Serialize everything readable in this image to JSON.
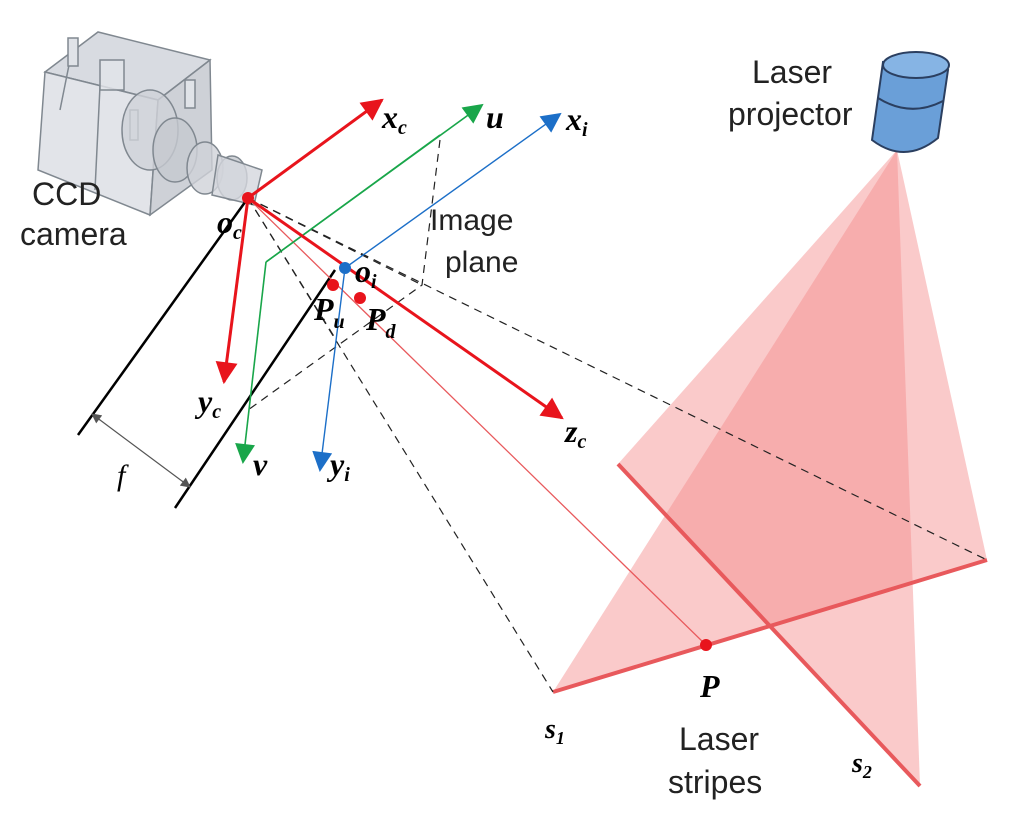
{
  "labels": {
    "camera_line1": "CCD",
    "camera_line2": "camera",
    "projector_line1": "Laser",
    "projector_line2": "projector",
    "image_plane_line1": "Image",
    "image_plane_line2": "plane",
    "stripes_line1": "Laser",
    "stripes_line2": "stripes",
    "focal": "f",
    "point_P": "P",
    "s1": {
      "base": "s",
      "sub": "1"
    },
    "s2": {
      "base": "s",
      "sub": "2"
    },
    "oc": {
      "base": "o",
      "sub": "c"
    },
    "oi": {
      "base": "o",
      "sub": "i"
    },
    "Pu": {
      "base": "P",
      "sub": "u"
    },
    "Pd": {
      "base": "P",
      "sub": "d"
    },
    "xc": {
      "base": "x",
      "sub": "c"
    },
    "yc": {
      "base": "y",
      "sub": "c"
    },
    "zc": {
      "base": "z",
      "sub": "c"
    },
    "xi": {
      "base": "x",
      "sub": "i"
    },
    "yi": {
      "base": "y",
      "sub": "i"
    },
    "u": "u",
    "v": "v"
  },
  "colors": {
    "camera_axes": "#e8141c",
    "image_axes": "#1c6fc8",
    "pixel_axes": "#19a64a",
    "laser_plane": "#f48a8a",
    "projector": "#6a9fd8"
  }
}
